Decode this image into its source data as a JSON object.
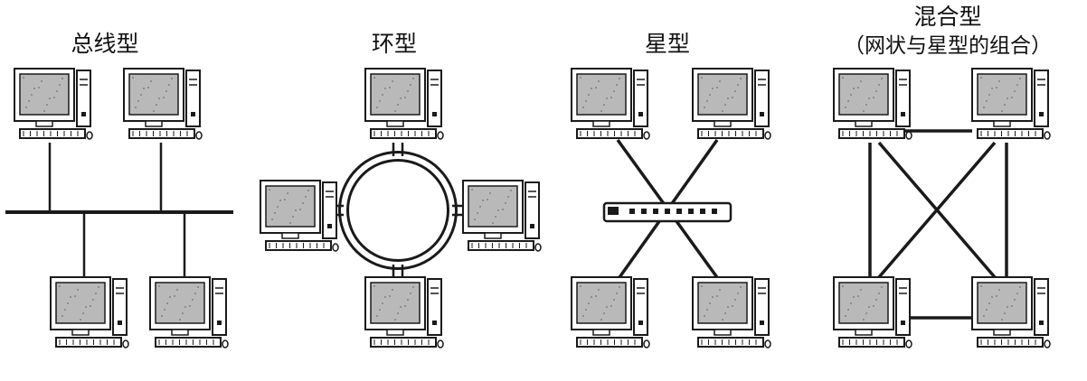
{
  "diagram": {
    "panels": [
      {
        "id": "bus",
        "title": "总线型"
      },
      {
        "id": "ring",
        "title": "环型"
      },
      {
        "id": "star",
        "title": "星型"
      },
      {
        "id": "hybrid",
        "title": "混合型",
        "subtitle": "（网状与星型的组合）"
      }
    ],
    "device_icon": "desktop-computer-icon",
    "hub_icon": "network-switch-icon",
    "colors": {
      "line": "#1a1a1a",
      "screen": "#b9b9b9",
      "body": "#ffffff",
      "outline": "#1a1a1a",
      "ring_fill": "#ffffff"
    }
  }
}
